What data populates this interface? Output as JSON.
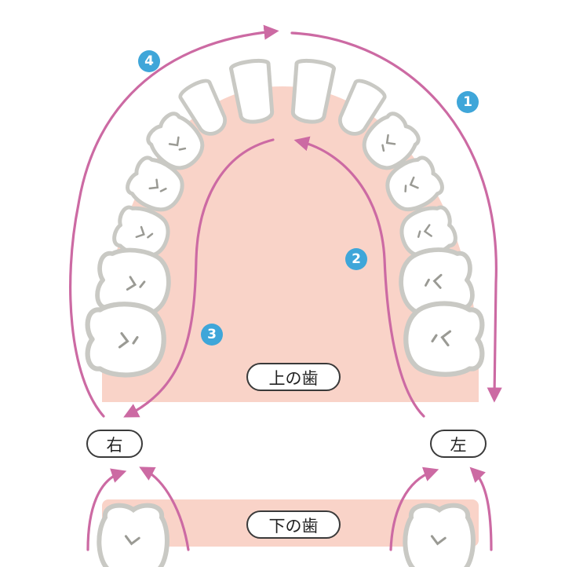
{
  "labels": {
    "upper_teeth": "上の歯",
    "lower_teeth": "下の歯",
    "right": "右",
    "left": "左"
  },
  "steps": [
    "1",
    "2",
    "3",
    "4"
  ],
  "colors": {
    "gum": "#f9d3c8",
    "tooth_fill": "#ffffff",
    "tooth_outline": "#c9c9c4",
    "arrow": "#cc6aa3",
    "badge": "#3fa6d9"
  }
}
